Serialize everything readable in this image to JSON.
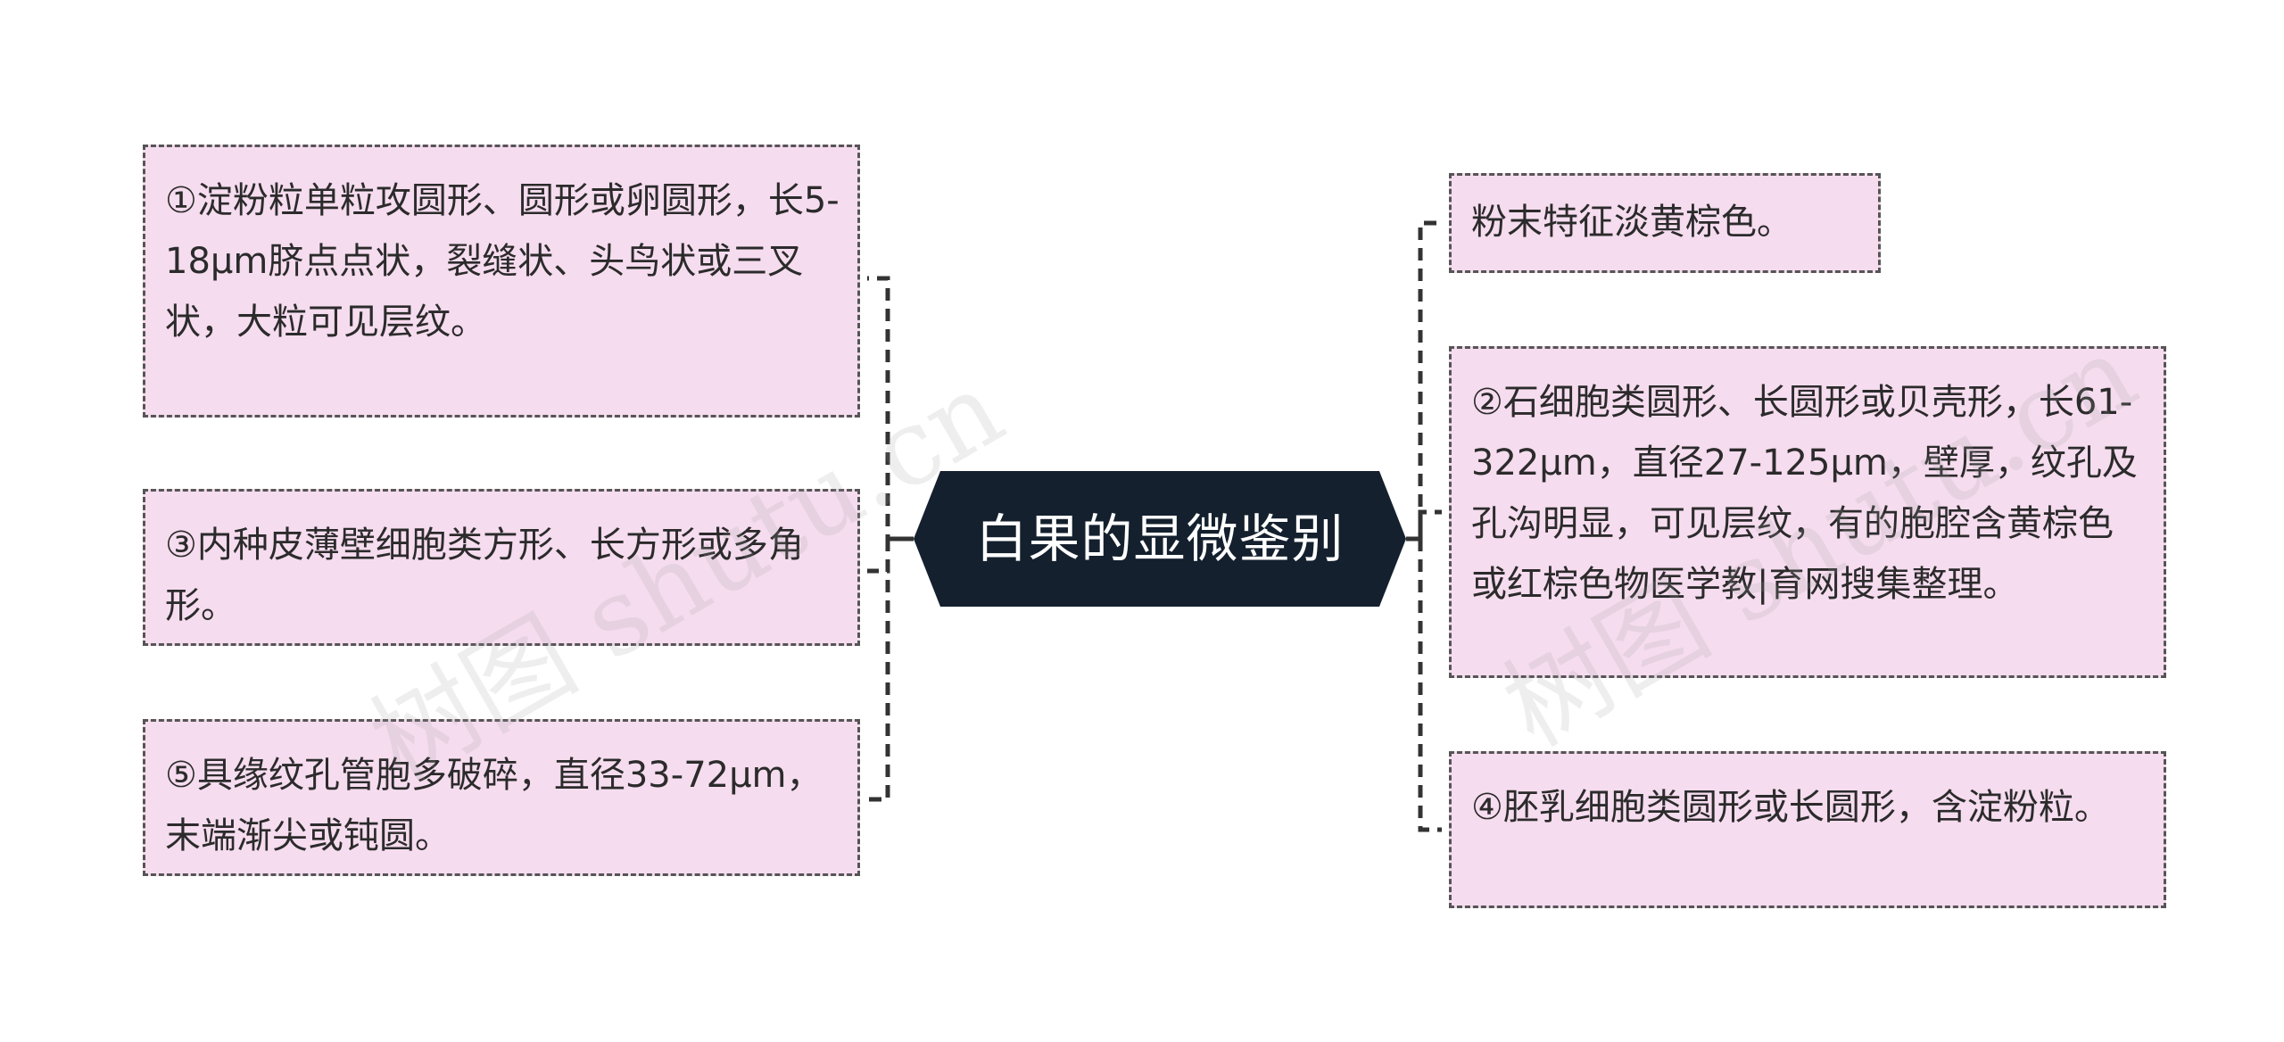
{
  "center": {
    "title": "白果的显微鉴别"
  },
  "left_nodes": [
    {
      "text": "①淀粉粒单粒攻圆形、圆形或卵圆形，长5-18μm脐点点状，裂缝状、头鸟状或三叉状，大粒可见层纹。"
    },
    {
      "text": "③内种皮薄壁细胞类方形、长方形或多角形。"
    },
    {
      "text": "⑤具缘纹孔管胞多破碎，直径33-72μm，末端渐尖或钝圆。"
    }
  ],
  "right_nodes": [
    {
      "text": "粉末特征淡黄棕色。"
    },
    {
      "text": "②石细胞类圆形、长圆形或贝壳形，长61-322μm，直径27-125μm，壁厚，纹孔及孔沟明显，可见层纹，有的胞腔含黄棕色或红棕色物医学教|育网搜集整理。"
    },
    {
      "text": "④胚乳细胞类圆形或长圆形，含淀粉粒。"
    }
  ],
  "watermark": "树图 shutu.cn",
  "colors": {
    "center_fill": "#14202e",
    "node_fill": "#f6dcef",
    "node_border": "#555555",
    "connector": "#333333"
  }
}
